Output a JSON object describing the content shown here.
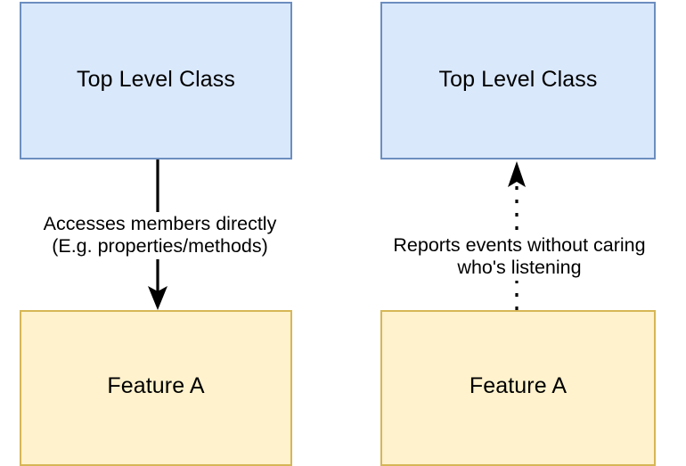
{
  "diagram": {
    "type": "flowchart",
    "orientation": "two-column-comparison",
    "background_color": "#ffffff",
    "columns": [
      {
        "id": "direct-access",
        "nodes": [
          {
            "id": "class-left",
            "label": "Top Level Class",
            "shape": "rectangle",
            "fill": "#dae8fc",
            "stroke": "#6c8ebf"
          },
          {
            "id": "feature-left",
            "label": "Feature A",
            "shape": "rectangle",
            "fill": "#fff2cc",
            "stroke": "#d6b656"
          }
        ],
        "edge": {
          "id": "edge-left",
          "from": "class-left",
          "to": "feature-left",
          "style": "solid",
          "direction": "down",
          "arrowhead": "filled-triangle",
          "color": "#000000",
          "label_line_1": "Accesses members directly",
          "label_line_2": "(E.g. properties/methods)"
        }
      },
      {
        "id": "event-reporting",
        "nodes": [
          {
            "id": "class-right",
            "label": "Top Level Class",
            "shape": "rectangle",
            "fill": "#dae8fc",
            "stroke": "#6c8ebf"
          },
          {
            "id": "feature-right",
            "label": "Feature A",
            "shape": "rectangle",
            "fill": "#fff2cc",
            "stroke": "#d6b656"
          }
        ],
        "edge": {
          "id": "edge-right",
          "from": "feature-right",
          "to": "class-right",
          "style": "dashed",
          "direction": "up",
          "arrowhead": "filled-triangle",
          "color": "#000000",
          "label_line_1": "Reports events without caring",
          "label_line_2": "who's listening"
        }
      }
    ]
  }
}
